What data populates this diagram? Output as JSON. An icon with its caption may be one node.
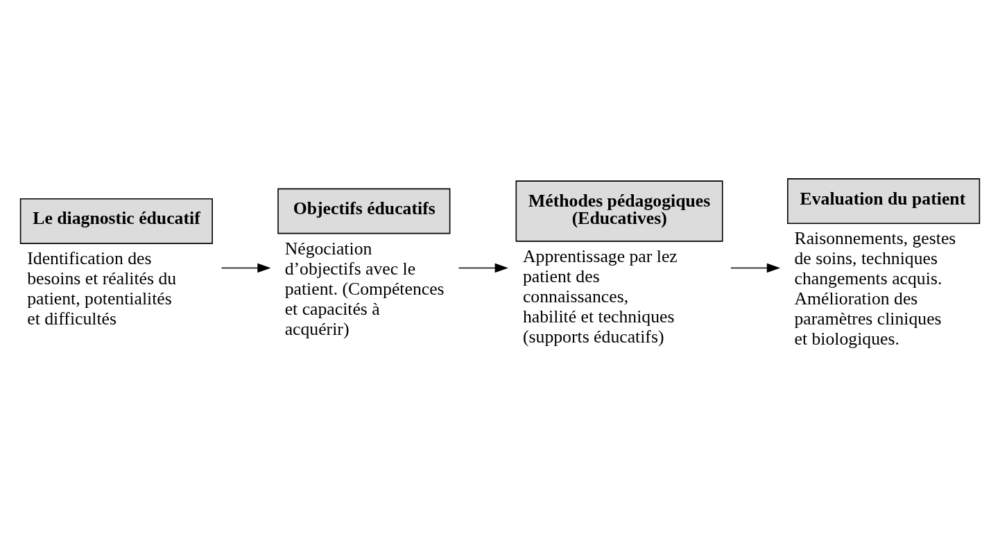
{
  "diagram": {
    "nodes": [
      {
        "text": [
          "Le diagnostic éducatif"
        ],
        "beside": [
          "Identification des besoins et réalités du patient, potentialités et difficultés"
        ]
      },
      {
        "text": [
          "Objectifs éducatifs"
        ],
        "beside": [
          "Négociation d’objectifs avec le patient. (Compétences et capacités à acquérir)"
        ]
      },
      {
        "text": [
          "Méthodes pédagogiques (Educatives)"
        ],
        "beside": [
          "Apprentissage par lez patient des connaissances, habilité et techniques (supports éducatifs)"
        ]
      },
      {
        "text": [
          "Evaluation du patient"
        ],
        "beside": [
          "Raisonnements, gestes de soins, techniques changements acquis. Amélioration des paramètres cliniques et biologiques."
        ]
      }
    ],
    "edges": [
      {
        "from": 0,
        "to": 1,
        "arrow": "to"
      },
      {
        "from": 1,
        "to": 2,
        "arrow": "to"
      },
      {
        "from": 2,
        "to": 3,
        "arrow": "to"
      }
    ]
  }
}
